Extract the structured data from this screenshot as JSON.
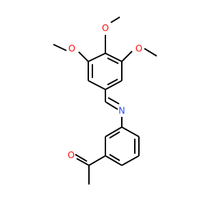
{
  "structure": {
    "atom_labels": {
      "o_top": "O",
      "o_left": "O",
      "o_right": "O",
      "n_imine": "N",
      "o_carbonyl": "O"
    },
    "colors": {
      "oxygen": "#ff0d0d",
      "nitrogen": "#3050f8",
      "bond": "#000000",
      "background": "#ffffff"
    }
  }
}
